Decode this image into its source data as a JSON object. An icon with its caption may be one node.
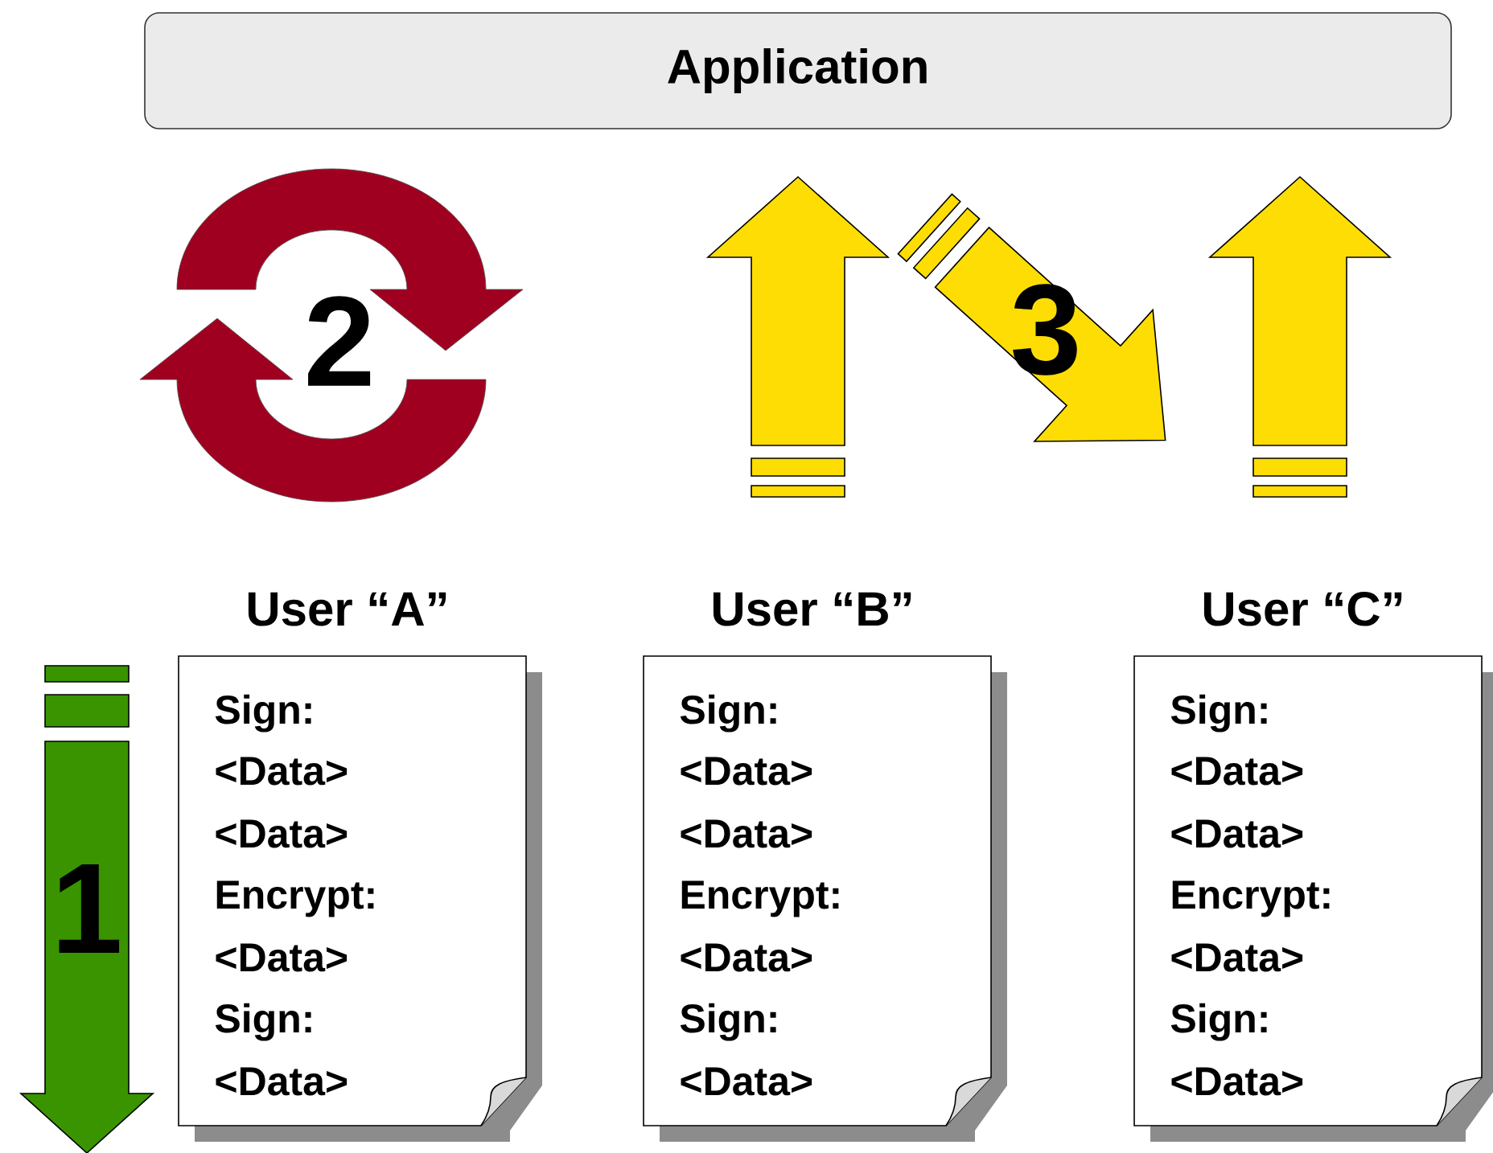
{
  "diagram": {
    "nodes": [
      {
        "text": [
          "Application"
        ]
      },
      {
        "text": [
          "User “A”",
          "Sign:",
          "<Data>",
          "<Data>",
          "Encrypt:",
          "<Data>",
          "Sign:",
          "<Data>"
        ]
      },
      {
        "text": [
          "User “B”",
          "Sign:",
          "<Data>",
          "<Data>",
          "Encrypt:",
          "<Data>",
          "Sign:",
          "<Data>"
        ]
      },
      {
        "text": [
          "User “C”",
          "Sign:",
          "<Data>",
          "<Data>",
          "Encrypt:",
          "<Data>",
          "Sign:",
          "<Data>"
        ]
      }
    ],
    "labels": [
      "1",
      "2",
      "3"
    ]
  }
}
